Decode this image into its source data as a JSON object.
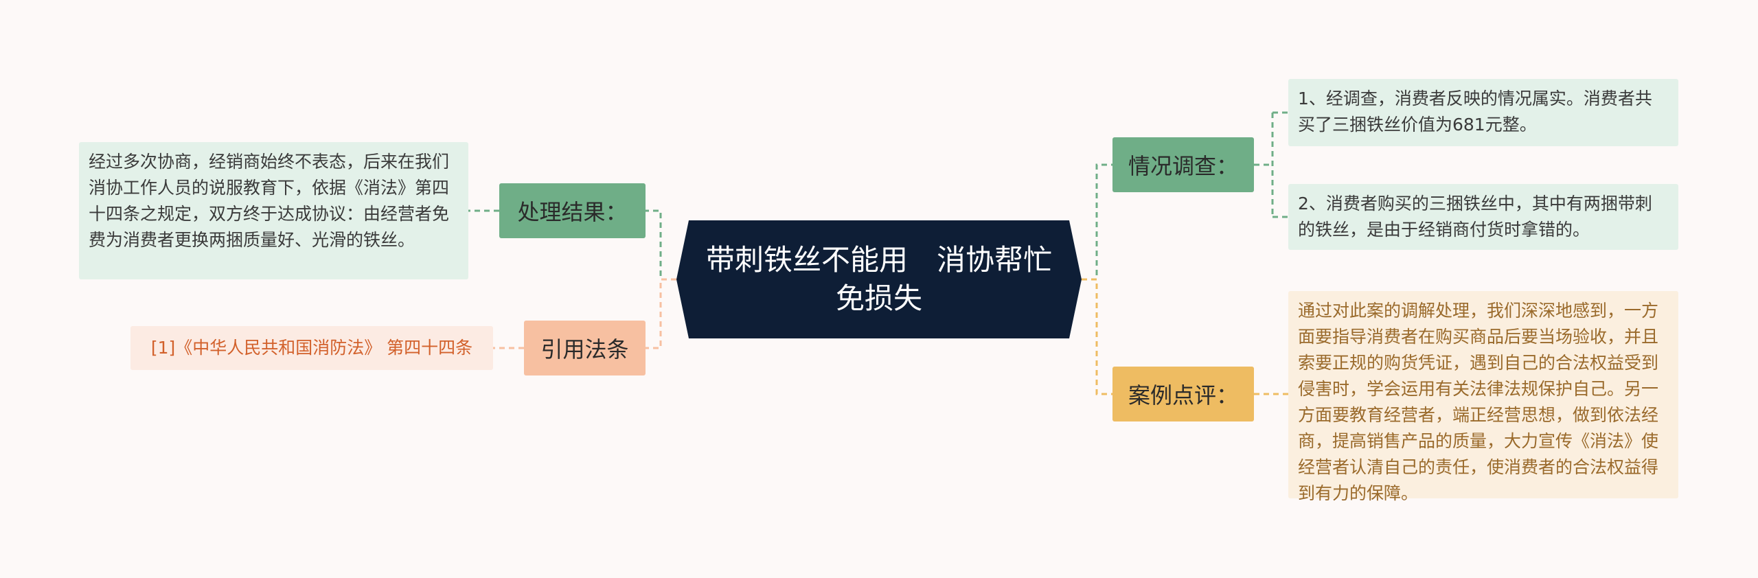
{
  "center": {
    "title": "带刺铁丝不能用　消协帮忙免损失"
  },
  "topics": {
    "result": "处理结果：",
    "law": "引用法条",
    "survey": "情况调查：",
    "comment": "案例点评："
  },
  "leaves": {
    "result_text": "经过多次协商，经销商始终不表态，后来在我们消协工作人员的说服教育下，依据《消法》第四十四条之规定，双方终于达成协议：由经营者免费为消费者更换两捆质量好、光滑的铁丝。",
    "law_text": "[1]《中华人民共和国消防法》 第四十四条",
    "survey_1": "1、经调查，消费者反映的情况属实。消费者共买了三捆铁丝价值为681元整。",
    "survey_2": "2、消费者购买的三捆铁丝中，其中有两捆带刺的铁丝，是由于经销商付货时拿错的。",
    "comment_text": "通过对此案的调解处理，我们深深地感到，一方面要指导消费者在购买商品后要当场验收，并且索要正规的购货凭证，遇到自己的合法权益受到侵害时，学会运用有关法律法规保护自己。另一方面要教育经营者，端正经营思想，做到依法经商，提高销售产品的质量，大力宣传《消法》使经营者认清自己的责任，使消费者的合法权益得到有力的保障。"
  },
  "colors": {
    "background": "#fdf9f8",
    "center": "#0e1e36",
    "green": "#6fae87",
    "peach": "#f7c0a1",
    "gold": "#eebc62",
    "mint": "#e3f1e9",
    "cream": "#fbefdf",
    "law_bg": "#fcebe3",
    "law_text": "#d2602a"
  }
}
